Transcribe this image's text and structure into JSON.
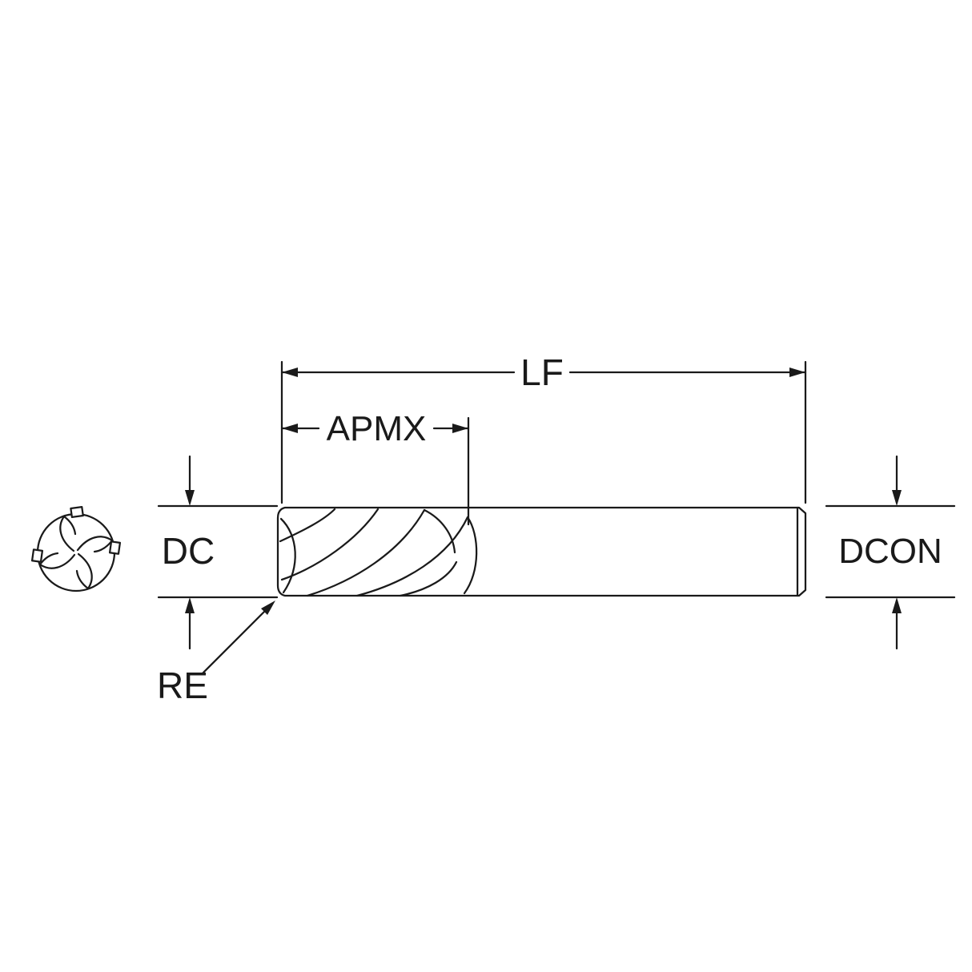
{
  "figure": {
    "kind": "end-mill-dimension-drawing",
    "colors": {
      "line": "#1a1a1a",
      "background": "#ffffff"
    },
    "labels": {
      "lf": "LF",
      "apmx": "APMX",
      "dc": "DC",
      "dcon": "DCON",
      "re": "RE"
    }
  }
}
